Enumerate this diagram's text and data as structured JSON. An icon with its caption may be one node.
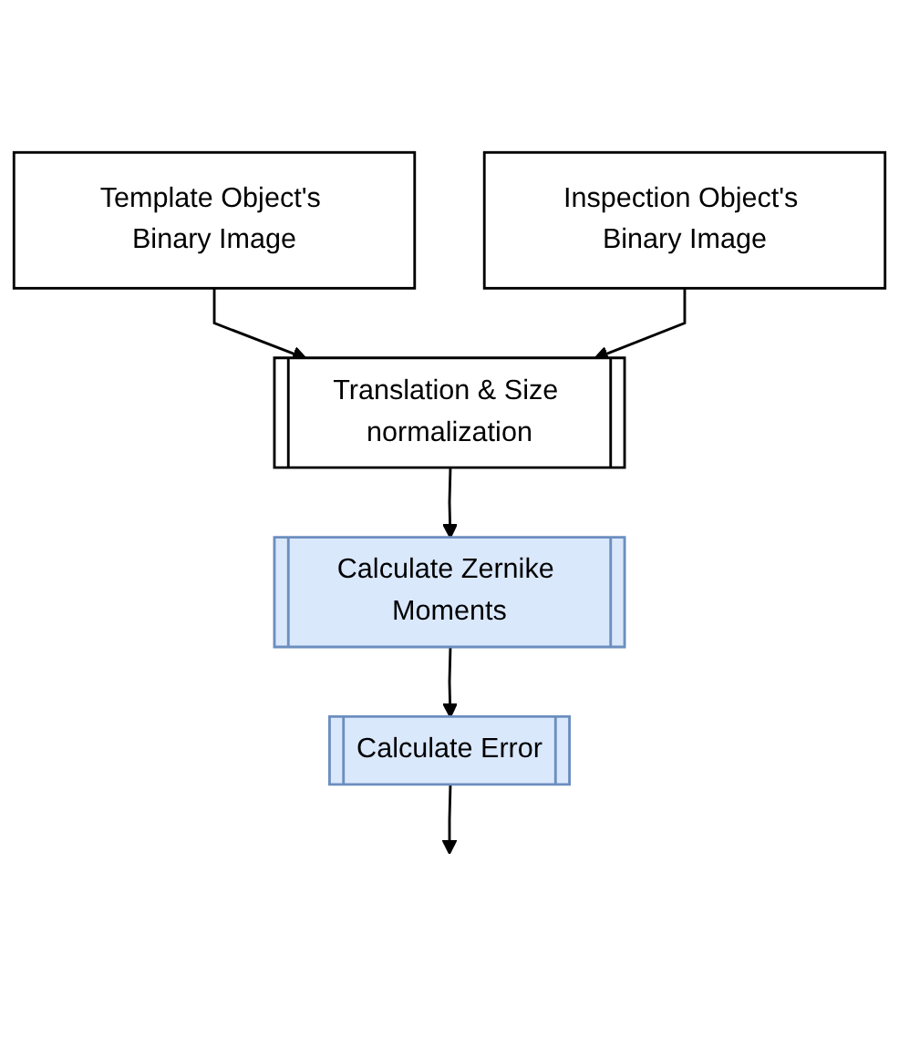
{
  "diagram": {
    "nodes": [
      {
        "text": [
          "Template Object's Binary Image"
        ]
      },
      {
        "text": [
          "Inspection Object's Binary Image"
        ]
      },
      {
        "text": [
          "Translation & Size normalization"
        ]
      },
      {
        "text": [
          "Calculate Zernike Moments"
        ]
      },
      {
        "text": [
          "Calculate Error"
        ]
      }
    ],
    "edges": [
      {
        "from": 0,
        "to": 2,
        "arrow": "to"
      },
      {
        "from": 1,
        "to": 2,
        "arrow": "to"
      },
      {
        "from": 2,
        "to": 3,
        "arrow": "to"
      },
      {
        "from": 3,
        "to": 4,
        "arrow": "to"
      },
      {
        "from": 4,
        "to": null,
        "arrow": "to"
      }
    ]
  }
}
